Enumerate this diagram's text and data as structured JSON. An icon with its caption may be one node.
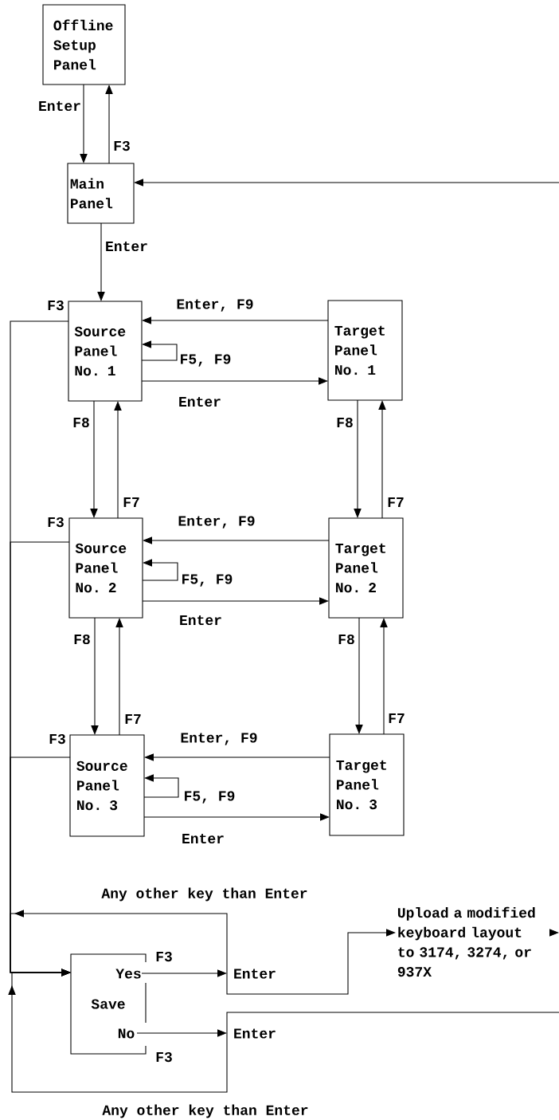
{
  "diagram": {
    "nodes": [
      {
        "text": [
          "Offline Setup Panel"
        ]
      },
      {
        "text": [
          "Main Panel"
        ]
      },
      {
        "text": [
          "Source Panel No. 1"
        ]
      },
      {
        "text": [
          "Target Panel No. 1"
        ]
      },
      {
        "text": [
          "Source Panel No. 2"
        ]
      },
      {
        "text": [
          "Target Panel No. 2"
        ]
      },
      {
        "text": [
          "Source Panel No. 3"
        ]
      },
      {
        "text": [
          "Target Panel No. 3"
        ]
      },
      {
        "text": [
          "Save"
        ]
      },
      {
        "text": [
          "Yes"
        ],
        "in": 8
      },
      {
        "text": [
          "No"
        ],
        "in": 8
      },
      {
        "text": [
          "Enter"
        ]
      },
      {
        "text": [
          "Enter"
        ]
      },
      {
        "text": [
          "Upload a modified keyboard layout to 3174, 3274, or 937X"
        ]
      }
    ],
    "edges": [
      {
        "from": 0,
        "to": 1,
        "arrow": "to",
        "label": "Enter"
      },
      {
        "from": 1,
        "to": 0,
        "arrow": "to",
        "label": "F3"
      },
      {
        "from": null,
        "to": 1,
        "arrow": "to"
      },
      {
        "from": 1,
        "to": 2,
        "arrow": "to",
        "label": "Enter"
      },
      {
        "from": 3,
        "to": 2,
        "arrow": "to",
        "label": "Enter, F9"
      },
      {
        "from": 2,
        "to": 2,
        "arrow": "to",
        "label": "F5, F9"
      },
      {
        "from": 2,
        "to": 3,
        "arrow": "to",
        "label": "Enter"
      },
      {
        "from": 2,
        "to": 4,
        "arrow": "to",
        "label": "F8"
      },
      {
        "from": 4,
        "to": 2,
        "arrow": "to",
        "label": "F7"
      },
      {
        "from": 3,
        "to": 5,
        "arrow": "to",
        "label": "F8"
      },
      {
        "from": 5,
        "to": 3,
        "arrow": "to",
        "label": "F7"
      },
      {
        "from": 5,
        "to": 4,
        "arrow": "to",
        "label": "Enter, F9"
      },
      {
        "from": 4,
        "to": 4,
        "arrow": "to",
        "label": "F5, F9"
      },
      {
        "from": 4,
        "to": 5,
        "arrow": "to",
        "label": "Enter"
      },
      {
        "from": 4,
        "to": 6,
        "arrow": "to",
        "label": "F8"
      },
      {
        "from": 6,
        "to": 4,
        "arrow": "to",
        "label": "F7"
      },
      {
        "from": 5,
        "to": 7,
        "arrow": "to",
        "label": "F8"
      },
      {
        "from": 7,
        "to": 5,
        "arrow": "to",
        "label": "F7"
      },
      {
        "from": 7,
        "to": 6,
        "arrow": "to",
        "label": "Enter, F9"
      },
      {
        "from": 6,
        "to": 6,
        "arrow": "to",
        "label": "F5, F9"
      },
      {
        "from": 6,
        "to": 7,
        "arrow": "to",
        "label": "Enter"
      },
      {
        "from": 2,
        "to": 8,
        "arrow": "to",
        "label": "F3"
      },
      {
        "from": 4,
        "to": 8,
        "arrow": "to",
        "label": "F3"
      },
      {
        "from": 6,
        "to": 8,
        "arrow": "to",
        "label": "F3"
      },
      {
        "from": 9,
        "to": 11,
        "arrow": "to"
      },
      {
        "from": 10,
        "to": 12,
        "arrow": "to"
      },
      {
        "from": 11,
        "to": 13,
        "arrow": "to"
      },
      {
        "from": 11,
        "to": 8,
        "arrow": "to",
        "label": "Any other key than Enter"
      },
      {
        "from": 12,
        "to": null,
        "arrow": "none"
      },
      {
        "from": 12,
        "to": 8,
        "arrow": "to",
        "label": "Any other key than Enter"
      },
      {
        "from": 13,
        "to": null,
        "arrow": "to"
      }
    ],
    "labels": [
      "F3",
      "F3"
    ]
  }
}
